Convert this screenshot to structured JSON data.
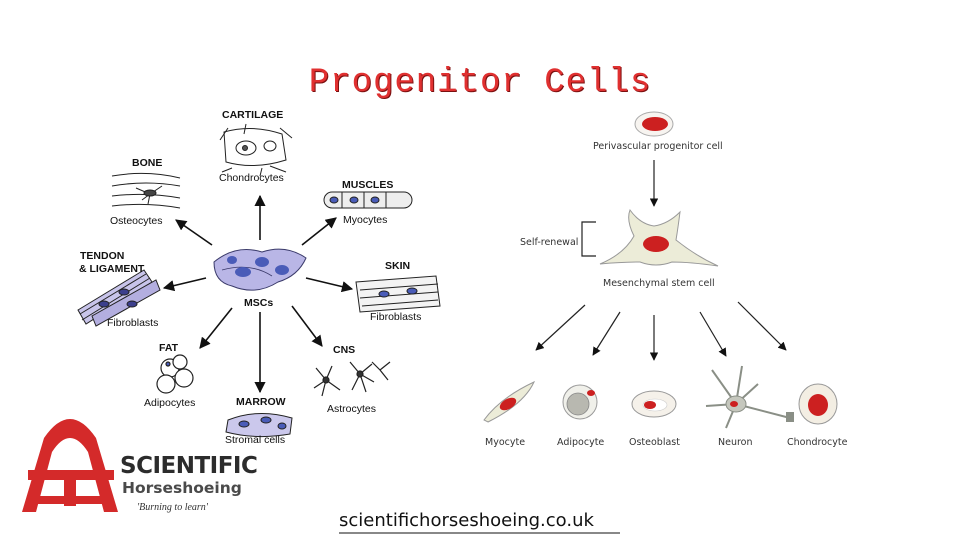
{
  "title": "Progenitor Cells",
  "left_diagram": {
    "center": "MSCs",
    "cartilage": "CARTILAGE",
    "chondrocytes": "Chondrocytes",
    "bone": "BONE",
    "osteocytes": "Osteocytes",
    "muscles": "MUSCLES",
    "myocytes": "Myocytes",
    "tendon": "TENDON",
    "ligament": "& LIGAMENT",
    "fibroblasts_tendon": "Fibroblasts",
    "skin": "SKIN",
    "fibroblasts_skin": "Fibroblasts",
    "fat": "FAT",
    "adipocytes": "Adipocytes",
    "marrow": "MARROW",
    "stromal": "Stromal cells",
    "cns": "CNS",
    "astrocytes": "Astrocytes"
  },
  "right_diagram": {
    "perivascular": "Perivascular progenitor cell",
    "self_renewal": "Self-renewal",
    "msc": "Mesenchymal stem cell",
    "myocyte": "Myocyte",
    "adipocyte": "Adipocyte",
    "osteoblast": "Osteoblast",
    "neuron": "Neuron",
    "chondrocyte": "Chondrocyte"
  },
  "logo": {
    "line1": "SCIENTIFIC",
    "line2": "Horseshoeing",
    "tagline": "'Burning to learn'",
    "colors": {
      "red": "#d42a2a",
      "dark": "#2c2c2c"
    }
  },
  "footer_url": "scientifichorseshoeing.co.uk"
}
